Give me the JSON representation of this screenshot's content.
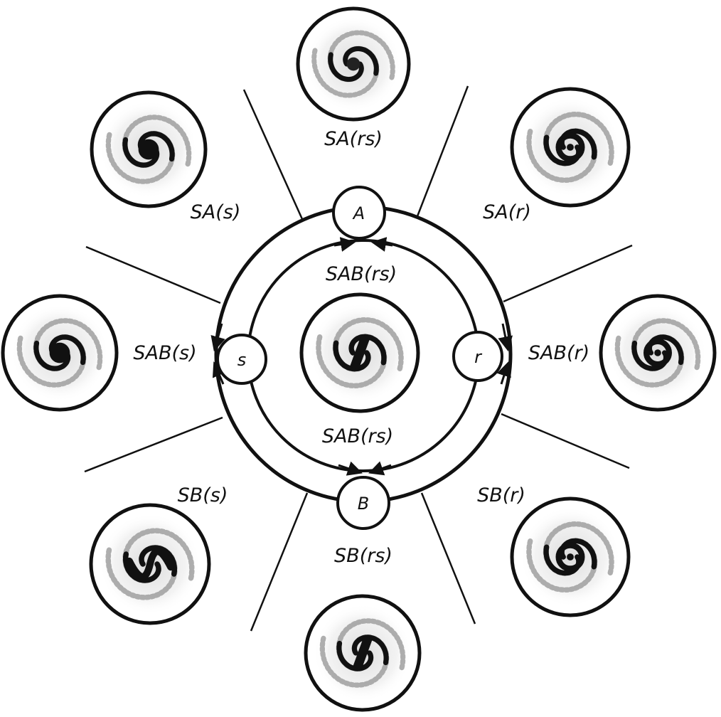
{
  "diagram": {
    "title": "",
    "nodes": {
      "A": "A",
      "B": "B",
      "s": "s",
      "r": "r"
    },
    "labels": {
      "sa_rs_top": "SA(rs)",
      "sa_s": "SA(s)",
      "sa_r": "SA(r)",
      "sab_rs_upper": "SAB(rs)",
      "sab_rs_lower": "SAB(rs)",
      "sab_s": "SAB(s)",
      "sab_r": "SAB(r)",
      "sb_s": "SB(s)",
      "sb_r": "SB(r)",
      "sb_rs_bottom": "SB(rs)"
    },
    "galaxies": [
      {
        "name": "center",
        "type": "SAB(rs)"
      },
      {
        "name": "top",
        "type": "SA(rs)"
      },
      {
        "name": "top-left",
        "type": "SA(s)"
      },
      {
        "name": "top-right",
        "type": "SA(r)"
      },
      {
        "name": "left",
        "type": "SAB(s)"
      },
      {
        "name": "right",
        "type": "SAB(r)"
      },
      {
        "name": "bottom-left",
        "type": "SB(s)"
      },
      {
        "name": "bottom-right",
        "type": "SB(r)"
      },
      {
        "name": "bottom",
        "type": "SB(rs)"
      }
    ],
    "colors": {
      "ink": "#111111",
      "gray": "#9a9a9a",
      "light": "#cfcfcf"
    }
  }
}
